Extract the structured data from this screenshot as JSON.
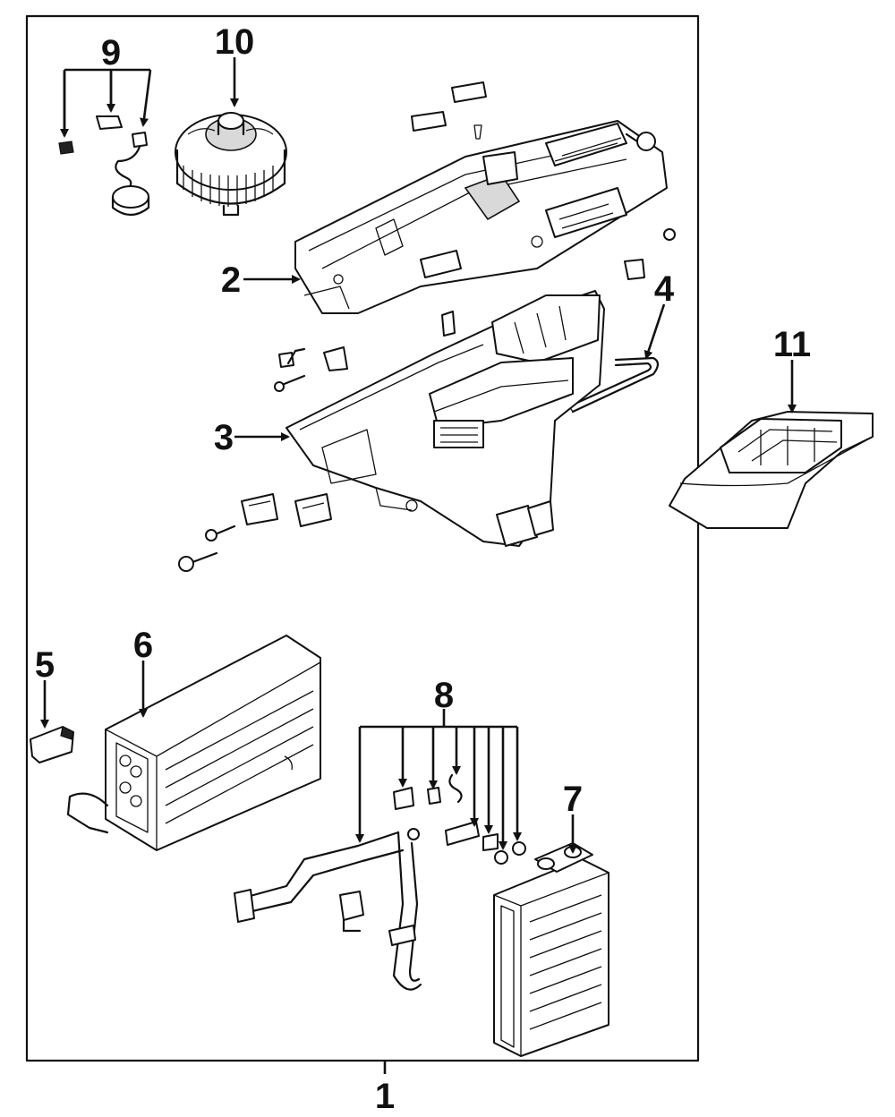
{
  "diagram": {
    "callouts": {
      "c1": "1",
      "c2": "2",
      "c3": "3",
      "c4": "4",
      "c5": "5",
      "c6": "6",
      "c7": "7",
      "c8": "8",
      "c9": "9",
      "c10": "10",
      "c11": "11"
    },
    "colors": {
      "ink": "#111111",
      "paper": "#ffffff"
    }
  }
}
